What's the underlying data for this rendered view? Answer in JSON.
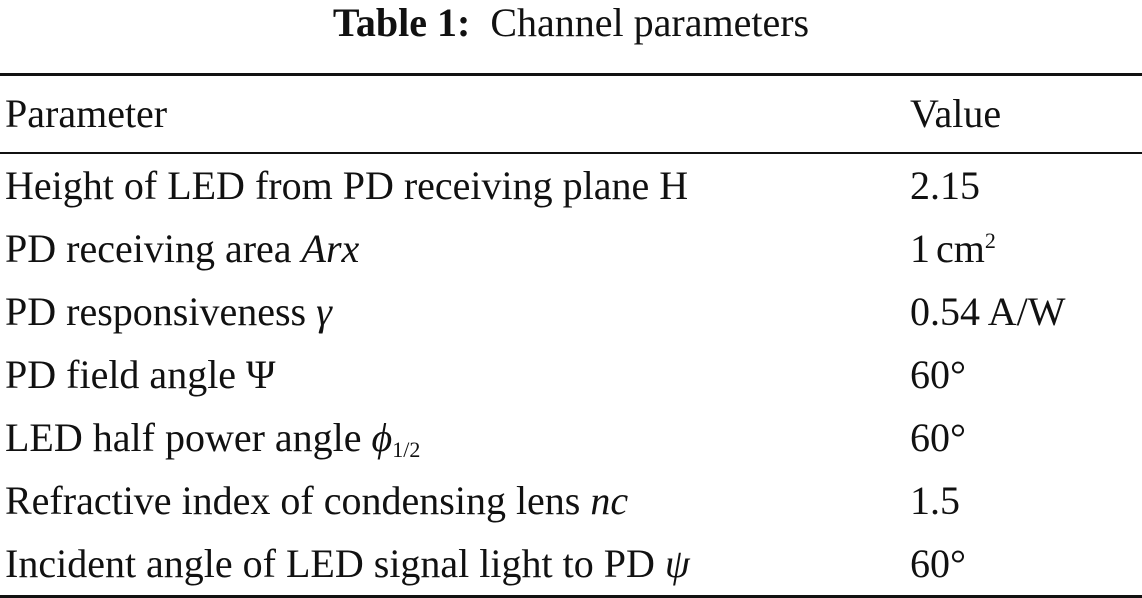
{
  "caption": {
    "label": "Table 1:",
    "title": "Channel parameters"
  },
  "table": {
    "headers": [
      "Parameter",
      "Value"
    ],
    "rows": [
      {
        "param_text": "Height of LED from PD receiving plane H",
        "value": "2.15"
      },
      {
        "param_text": "PD receiving area ",
        "param_symbol": "Arx",
        "value_number": "1",
        "value_unit": "cm",
        "value_exponent": "2"
      },
      {
        "param_text": "PD responsiveness ",
        "param_symbol": "γ",
        "value": "0.54 A/W"
      },
      {
        "param_text": "PD field angle Ψ",
        "value": "60°"
      },
      {
        "param_text": "LED half power angle ",
        "param_symbol": "ϕ",
        "param_subscript": "1/2",
        "value": "60°"
      },
      {
        "param_text": "Refractive index of condensing lens ",
        "param_symbol": "nc",
        "value": "1.5"
      },
      {
        "param_text": "Incident angle of LED signal light to PD ",
        "param_symbol": "ψ",
        "value": "60°"
      }
    ]
  }
}
